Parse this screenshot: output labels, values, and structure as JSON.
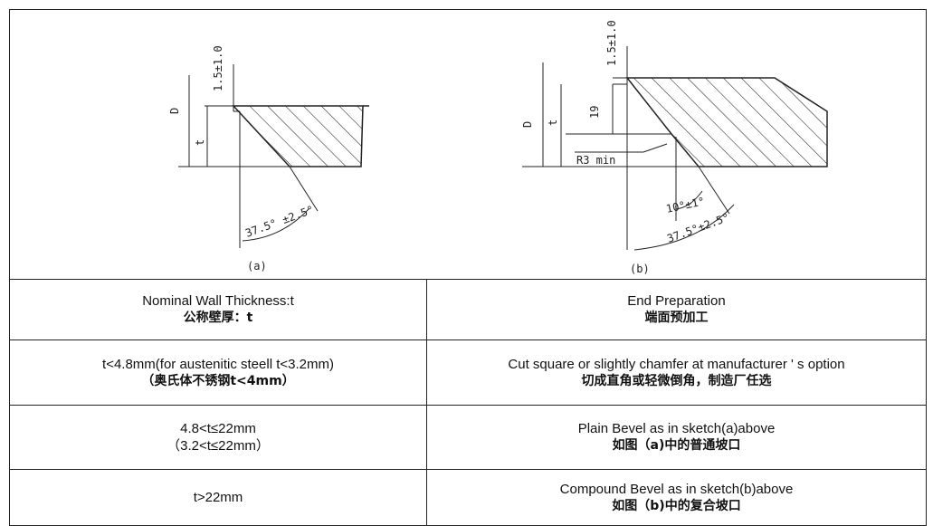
{
  "sketch_a": {
    "label_D": "D",
    "label_t": "t",
    "label_land": "1.5±1.0",
    "label_angle": "37.5° ±2.5°",
    "caption": "(a)"
  },
  "sketch_b": {
    "label_D": "D",
    "label_t": "t",
    "label_land": "1.5±1.0",
    "label_19": "19",
    "label_r": "R3 min",
    "label_angle_small": "10°±1°",
    "label_angle_large": "37.5°±2.5°",
    "caption": "(b)"
  },
  "table": {
    "header": {
      "col1_en": "Nominal Wall Thickness:t",
      "col1_zh": "公称壁厚：t",
      "col2_en": "End Preparation",
      "col2_zh": "端面预加工"
    },
    "rows": [
      {
        "col1_en": "t<4.8mm(for austenitic steell t<3.2mm)",
        "col1_zh": "（奥氏体不锈钢t<4mm）",
        "col2_en": "Cut square or slightly chamfer at manufacturer ' s option",
        "col2_zh": "切成直角或轻微倒角，制造厂任选"
      },
      {
        "col1_en": "4.8<t≤22mm",
        "col1_zh": "（3.2<t≤22mm）",
        "col2_en": "Plain Bevel as in sketch(a)above",
        "col2_zh": "如图（a)中的普通坡口"
      },
      {
        "col1_en": "t>22mm",
        "col1_zh": "",
        "col2_en": "Compound Bevel as in sketch(b)above",
        "col2_zh": "如图（b)中的复合坡口"
      }
    ]
  }
}
